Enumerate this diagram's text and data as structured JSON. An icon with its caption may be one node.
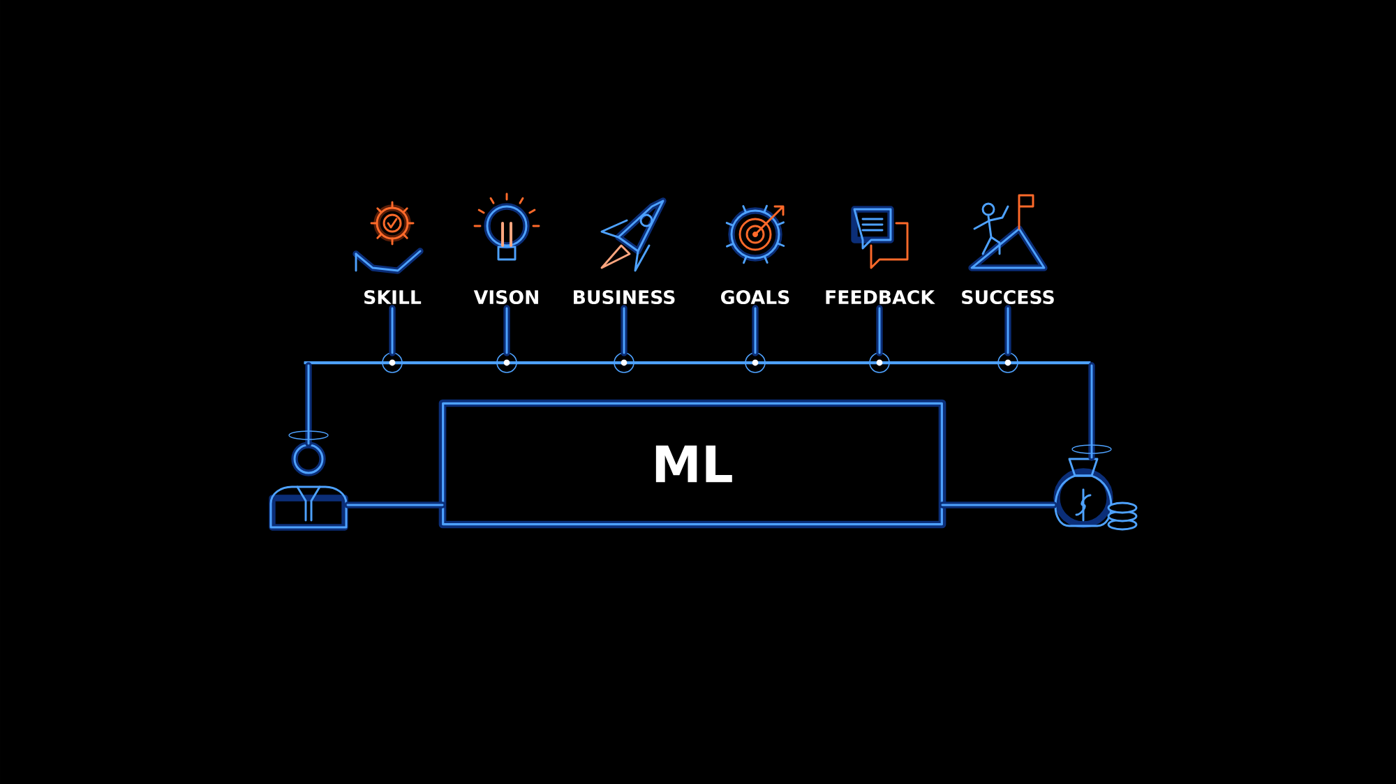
{
  "diagram": {
    "nodes": [
      {
        "text": [
          "SKILL"
        ]
      },
      {
        "text": [
          "VISON"
        ]
      },
      {
        "text": [
          "BUSINESS"
        ]
      },
      {
        "text": [
          "GOALS"
        ]
      },
      {
        "text": [
          "FEEDBACK"
        ]
      },
      {
        "text": [
          "SUCCESS"
        ]
      },
      {
        "text": [],
        "shape": "bar"
      },
      {
        "text": [],
        "shape": "person"
      },
      {
        "text": [
          "ML"
        ]
      },
      {
        "text": [],
        "shape": "bag"
      }
    ],
    "edges": [
      {
        "from": 0,
        "to": 6,
        "arrow": "none"
      },
      {
        "from": 1,
        "to": 6,
        "arrow": "none"
      },
      {
        "from": 2,
        "to": 6,
        "arrow": "none"
      },
      {
        "from": 3,
        "to": 6,
        "arrow": "none"
      },
      {
        "from": 4,
        "to": 6,
        "arrow": "none"
      },
      {
        "from": 5,
        "to": 6,
        "arrow": "none"
      },
      {
        "from": 6,
        "to": 7,
        "arrow": "none"
      },
      {
        "from": 6,
        "to": 9,
        "arrow": "none"
      },
      {
        "from": 7,
        "to": 8,
        "arrow": "none"
      },
      {
        "from": 8,
        "to": 9,
        "arrow": "none"
      }
    ]
  }
}
